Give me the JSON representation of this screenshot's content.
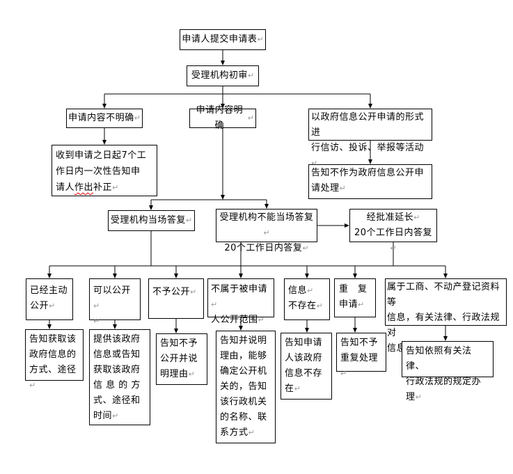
{
  "colors": {
    "background": "#ffffff",
    "line": "#000000",
    "ink": "#000000",
    "return_mark": "#9a9a9a",
    "spellcheck": "#e00000"
  },
  "nodes": {
    "submit": {
      "text": "申请人提交申请表↵"
    },
    "review": {
      "text": "受理机构初审↵"
    },
    "unclear": {
      "text": "申请内容不明确↵"
    },
    "clear": {
      "text": "申请内容明确↵"
    },
    "petition": {
      "text": "以政府信息公开申请的形式进\n行信访、投诉、举报等活动↵"
    },
    "correction": {
      "text": "收到申请之日起7个工\n作日内一次性告知申\n请人[[作出]]补正↵"
    },
    "not_treated": {
      "text": "告知不作为政府信息公开申\n请处理↵"
    },
    "onsite": {
      "text": "受理机构当场答复↵"
    },
    "within20": {
      "text": "受理机构不能当场答复↵\n20个工作日内答复↵"
    },
    "extended": {
      "text": "经批准延长↵\n20个工作日内答复↵"
    },
    "g_already": {
      "text": "已经主动\n公开↵"
    },
    "g_can": {
      "text": "可以公开↵\n↵"
    },
    "g_refuse": {
      "text": "不予公开↵"
    },
    "g_scope": {
      "text": "不属于被申请↵\n人公开范围↵"
    },
    "g_notexist": {
      "text": "信息↵\n不存在↵"
    },
    "g_repeat": {
      "text": "重　复\n申请↵"
    },
    "g_special": {
      "text": "属于工商、不动产登记资料等\n信息，有关法律、行政法规对\n信息获取有特别规定的↵"
    },
    "f_way": {
      "text": "告知获取该\n政府信息的\n方式、途径↵"
    },
    "f_provide": {
      "text": "提供该政府\n信息或告知\n获取该政府\n信 息 的 方\n式、途径和\n时间↵"
    },
    "f_reason": {
      "text": "告知不予\n公开并说\n明理由↵"
    },
    "f_authority": {
      "text": "告知并说明\n理由，能够\n确定公开机\n关的，告知\n该行政机关\n的名称、联\n系方式↵"
    },
    "f_notexist": {
      "text": "告知申请\n人该政府\n信息不存\n在↵"
    },
    "f_norepeat": {
      "text": "告知不予\n重复处理↵"
    },
    "f_law": {
      "text": "告知依照有关法律、\n行政法规的规定办理↵"
    }
  }
}
